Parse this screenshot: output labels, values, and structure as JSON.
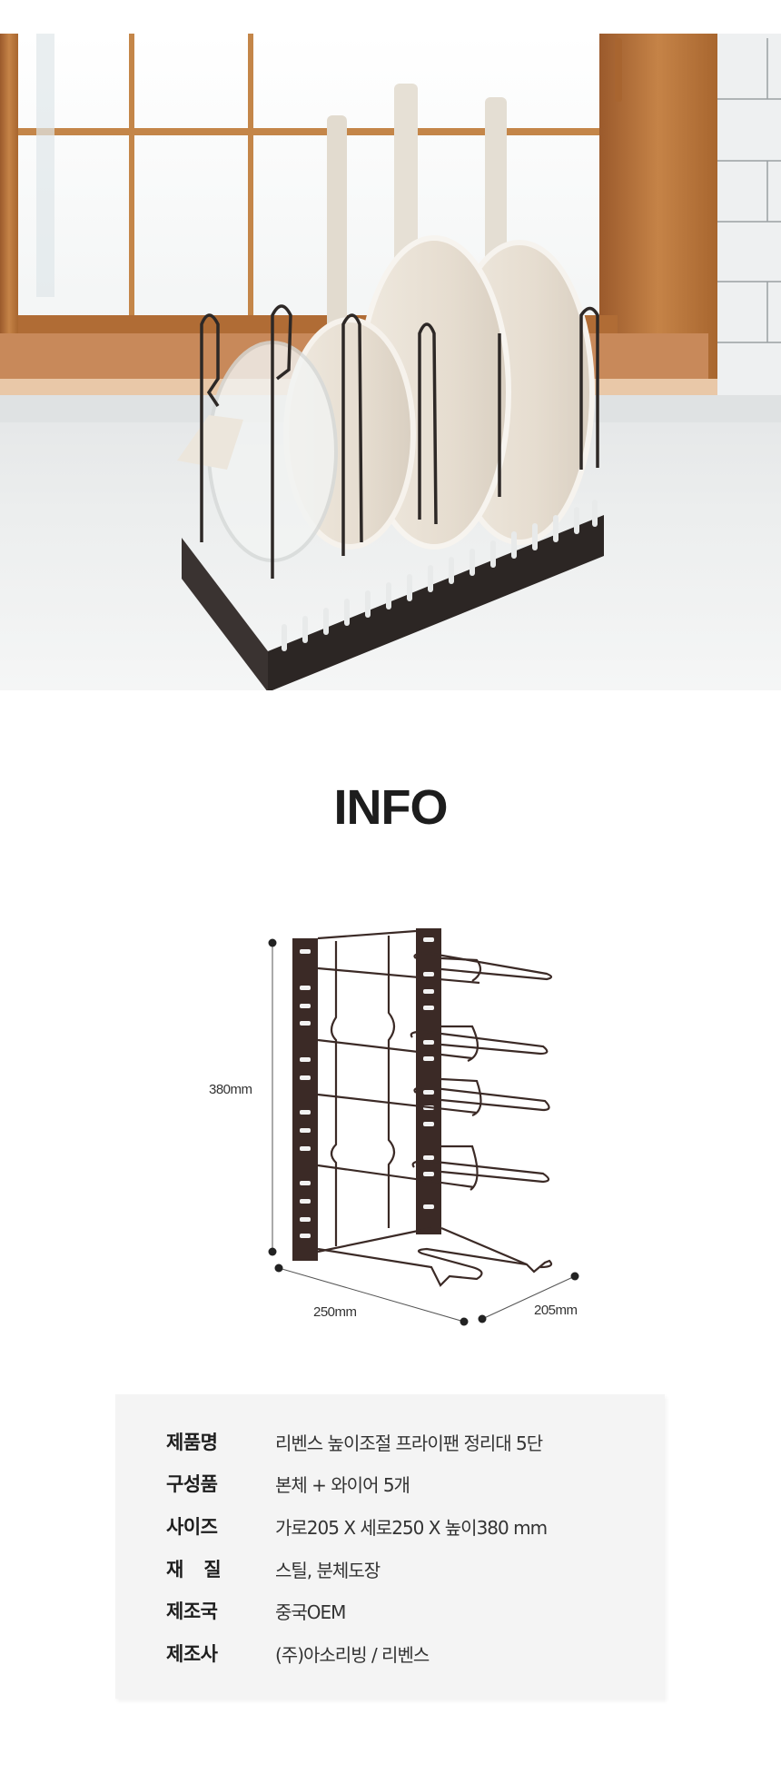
{
  "hero_photo": {
    "alt": "Pan organizer rack holding white frying pans and a glass lid on a kitchen counter by a window"
  },
  "info": {
    "title": "INFO"
  },
  "diagram": {
    "height_label": "380mm",
    "width_label": "250mm",
    "depth_label": "205mm"
  },
  "specs": {
    "rows": [
      {
        "label": "제품명",
        "value": "리벤스 높이조절 프라이팬 정리대 5단"
      },
      {
        "label": "구성품",
        "value": "본체 + 와이어 5개"
      },
      {
        "label": "사이즈",
        "value": "가로205 X 세로250 X 높이380 mm"
      },
      {
        "label": "재질",
        "value": "스틸, 분체도장"
      },
      {
        "label": "제조국",
        "value": "중국OEM"
      },
      {
        "label": "제조사",
        "value": "(주)아소리빙 / 리벤스"
      }
    ]
  },
  "colors": {
    "rack_frame": "#3b2a26",
    "spec_bg": "#f4f4f4",
    "wood": "#b8753f"
  }
}
